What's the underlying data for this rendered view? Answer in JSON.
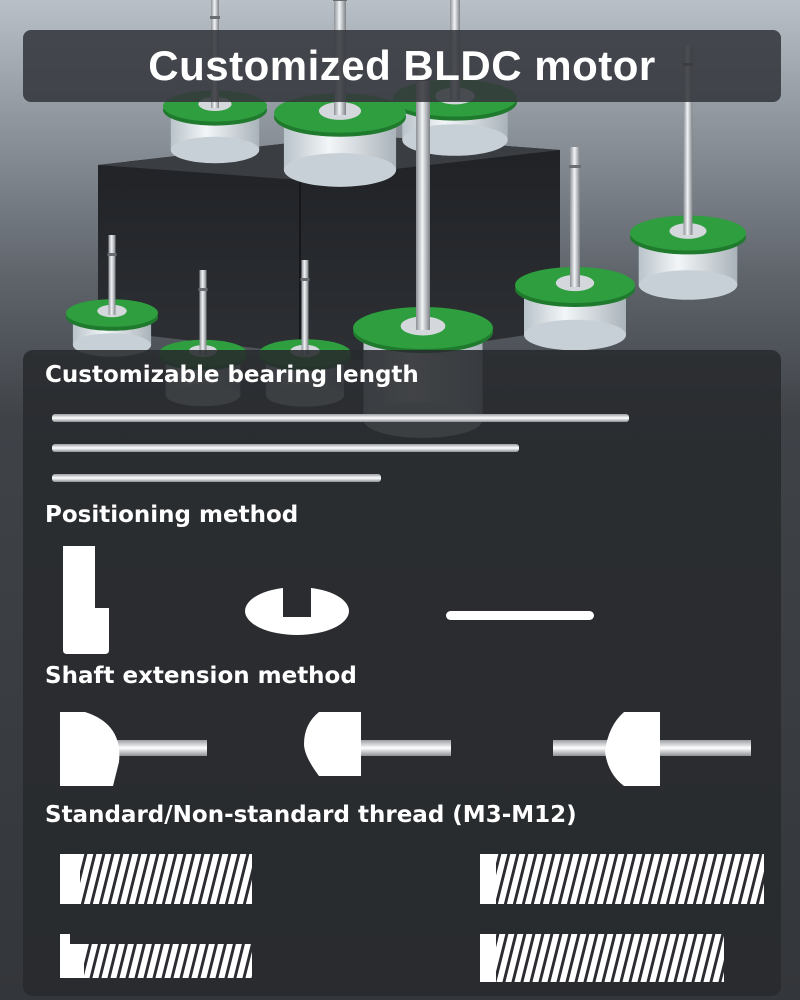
{
  "title": "Customized BLDC motor",
  "sections": {
    "bearing": {
      "label": "Customizable bearing length",
      "icons": [
        "long-shaft-icon",
        "medium-shaft-icon",
        "short-shaft-icon"
      ]
    },
    "positioning": {
      "label": "Positioning method",
      "icons": [
        "step-shaft-icon",
        "slotted-shaft-icon",
        "flat-shaft-icon"
      ]
    },
    "extension": {
      "label": "Shaft extension method",
      "icons": [
        "single-end-shaft-icon",
        "rounded-end-shaft-icon",
        "double-end-shaft-icon"
      ]
    },
    "thread": {
      "label": "Standard/Non-standard thread (M3-M12)",
      "icons": [
        "short-thread-icon",
        "long-thread-icon",
        "stepped-thread-icon",
        "partial-thread-icon"
      ]
    }
  },
  "colors": {
    "background_top": "#b9c0c8",
    "background_bottom": "#33363a",
    "panel": "#2a2c30",
    "pcb_green": "#2e9e3e",
    "motor_white": "#e8eef2",
    "shaft_silver": "#c9ccd0",
    "icon_white": "#ffffff"
  }
}
